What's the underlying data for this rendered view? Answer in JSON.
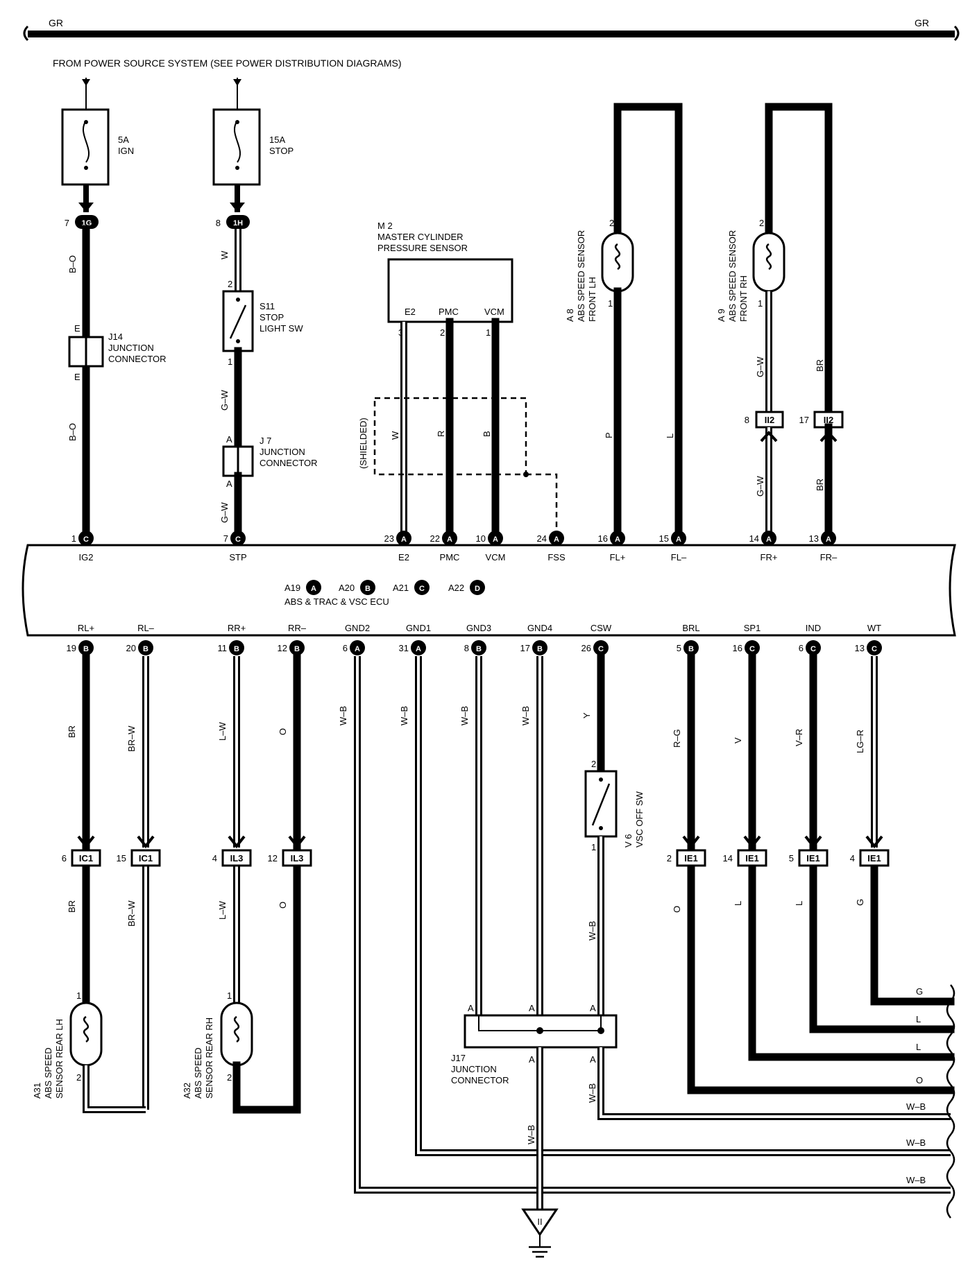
{
  "bus": {
    "left_label": "GR",
    "right_label": "GR"
  },
  "power_source": "FROM POWER SOURCE SYSTEM (SEE POWER DISTRIBUTION DIAGRAMS)",
  "fuses": [
    {
      "rating": "5A",
      "name": "IGN"
    },
    {
      "rating": "15A",
      "name": "STOP"
    }
  ],
  "connectors_top": [
    {
      "pin": "7",
      "id": "1G"
    },
    {
      "pin": "8",
      "id": "1H"
    }
  ],
  "stop_switch": {
    "id": "S11",
    "line1": "STOP",
    "line2": "LIGHT SW",
    "pin_top": "2",
    "pin_bottom": "1"
  },
  "j14": {
    "id": "J14",
    "line1": "JUNCTION",
    "line2": "CONNECTOR",
    "pin_top": "E",
    "pin_bottom": "E"
  },
  "j7": {
    "id": "J 7",
    "line1": "JUNCTION",
    "line2": "CONNECTOR",
    "pin_top": "A",
    "pin_bottom": "A"
  },
  "master_cyl": {
    "id": "M 2",
    "line1": "MASTER CYLINDER",
    "line2": "PRESSURE SENSOR",
    "terms": [
      "E2",
      "PMC",
      "VCM"
    ],
    "pins": [
      "3",
      "2",
      "1"
    ]
  },
  "shielded": "(SHIELDED)",
  "front_sensors": [
    {
      "id": "A 8",
      "line1": "ABS SPEED SENSOR",
      "line2": "FRONT LH",
      "pin_top": "2",
      "pin_bottom": "1"
    },
    {
      "id": "A 9",
      "line1": "ABS SPEED SENSOR",
      "line2": "FRONT RH",
      "pin_top": "2",
      "pin_bottom": "1"
    }
  ],
  "ii2": [
    {
      "pin": "8",
      "id": "II2"
    },
    {
      "pin": "17",
      "id": "II2"
    }
  ],
  "wire_colors_top": {
    "ign1": "B–O",
    "ign2": "B–O",
    "stp1": "W",
    "stp2": "G–W",
    "stp3": "G–W",
    "e2": "W",
    "pmc": "R",
    "vcm": "B",
    "flp": "P",
    "flm": "L",
    "frp1": "G–W",
    "frp2": "G–W",
    "frm1": "BR",
    "frm2": "BR"
  },
  "ecu": {
    "connectors": [
      "A19",
      "A20",
      "A21",
      "A22"
    ],
    "letters": [
      "A",
      "B",
      "C",
      "D"
    ],
    "name": "ABS & TRAC & VSC ECU",
    "top_pins": [
      {
        "num": "1",
        "conn": "C",
        "label": "IG2"
      },
      {
        "num": "7",
        "conn": "C",
        "label": "STP"
      },
      {
        "num": "23",
        "conn": "A",
        "label": "E2"
      },
      {
        "num": "22",
        "conn": "A",
        "label": "PMC"
      },
      {
        "num": "10",
        "conn": "A",
        "label": "VCM"
      },
      {
        "num": "24",
        "conn": "A",
        "label": "FSS"
      },
      {
        "num": "16",
        "conn": "A",
        "label": "FL+"
      },
      {
        "num": "15",
        "conn": "A",
        "label": "FL–"
      },
      {
        "num": "14",
        "conn": "A",
        "label": "FR+"
      },
      {
        "num": "13",
        "conn": "A",
        "label": "FR–"
      }
    ],
    "bottom_pins": [
      {
        "num": "19",
        "conn": "B",
        "label": "RL+"
      },
      {
        "num": "20",
        "conn": "B",
        "label": "RL–"
      },
      {
        "num": "11",
        "conn": "B",
        "label": "RR+"
      },
      {
        "num": "12",
        "conn": "B",
        "label": "RR–"
      },
      {
        "num": "6",
        "conn": "A",
        "label": "GND2"
      },
      {
        "num": "31",
        "conn": "A",
        "label": "GND1"
      },
      {
        "num": "8",
        "conn": "B",
        "label": "GND3"
      },
      {
        "num": "17",
        "conn": "B",
        "label": "GND4"
      },
      {
        "num": "26",
        "conn": "C",
        "label": "CSW"
      },
      {
        "num": "5",
        "conn": "B",
        "label": "BRL"
      },
      {
        "num": "16",
        "conn": "C",
        "label": "SP1"
      },
      {
        "num": "6",
        "conn": "C",
        "label": "IND"
      },
      {
        "num": "13",
        "conn": "C",
        "label": "WT"
      }
    ]
  },
  "wire_colors_bottom": [
    "BR",
    "BR–W",
    "L–W",
    "O",
    "W–B",
    "W–B",
    "W–B",
    "W–B",
    "Y",
    "R–G",
    "V",
    "V–R",
    "LG–R"
  ],
  "mid_connectors": [
    {
      "pin": "6",
      "id": "IC1"
    },
    {
      "pin": "15",
      "id": "IC1"
    },
    {
      "pin": "4",
      "id": "IL3"
    },
    {
      "pin": "12",
      "id": "IL3"
    },
    {
      "pin": "2",
      "id": "IE1"
    },
    {
      "pin": "14",
      "id": "IE1"
    },
    {
      "pin": "5",
      "id": "IE1"
    },
    {
      "pin": "4",
      "id": "IE1"
    }
  ],
  "wire_colors_lower": [
    "BR",
    "BR–W",
    "L–W",
    "O",
    "O",
    "L",
    "L",
    "G"
  ],
  "vsc_switch": {
    "id": "V 6",
    "name": "VSC OFF SW",
    "pin_top": "2",
    "pin_bottom": "1",
    "out_color": "W–B"
  },
  "rear_sensors": [
    {
      "id": "A31",
      "line1": "ABS SPEED",
      "line2": "SENSOR REAR LH",
      "pin_top": "1",
      "pin_bottom": "2"
    },
    {
      "id": "A32",
      "line1": "ABS SPEED",
      "line2": "SENSOR REAR RH",
      "pin_top": "1",
      "pin_bottom": "2"
    }
  ],
  "j17": {
    "id": "J17",
    "line1": "JUNCTION",
    "line2": "CONNECTOR",
    "pins": [
      "A",
      "A",
      "A",
      "A",
      "A"
    ],
    "colors": [
      "W–B",
      "W–B"
    ]
  },
  "right_exits": [
    "G",
    "L",
    "L",
    "O",
    "W–B",
    "W–B",
    "W–B"
  ],
  "ground": "II"
}
